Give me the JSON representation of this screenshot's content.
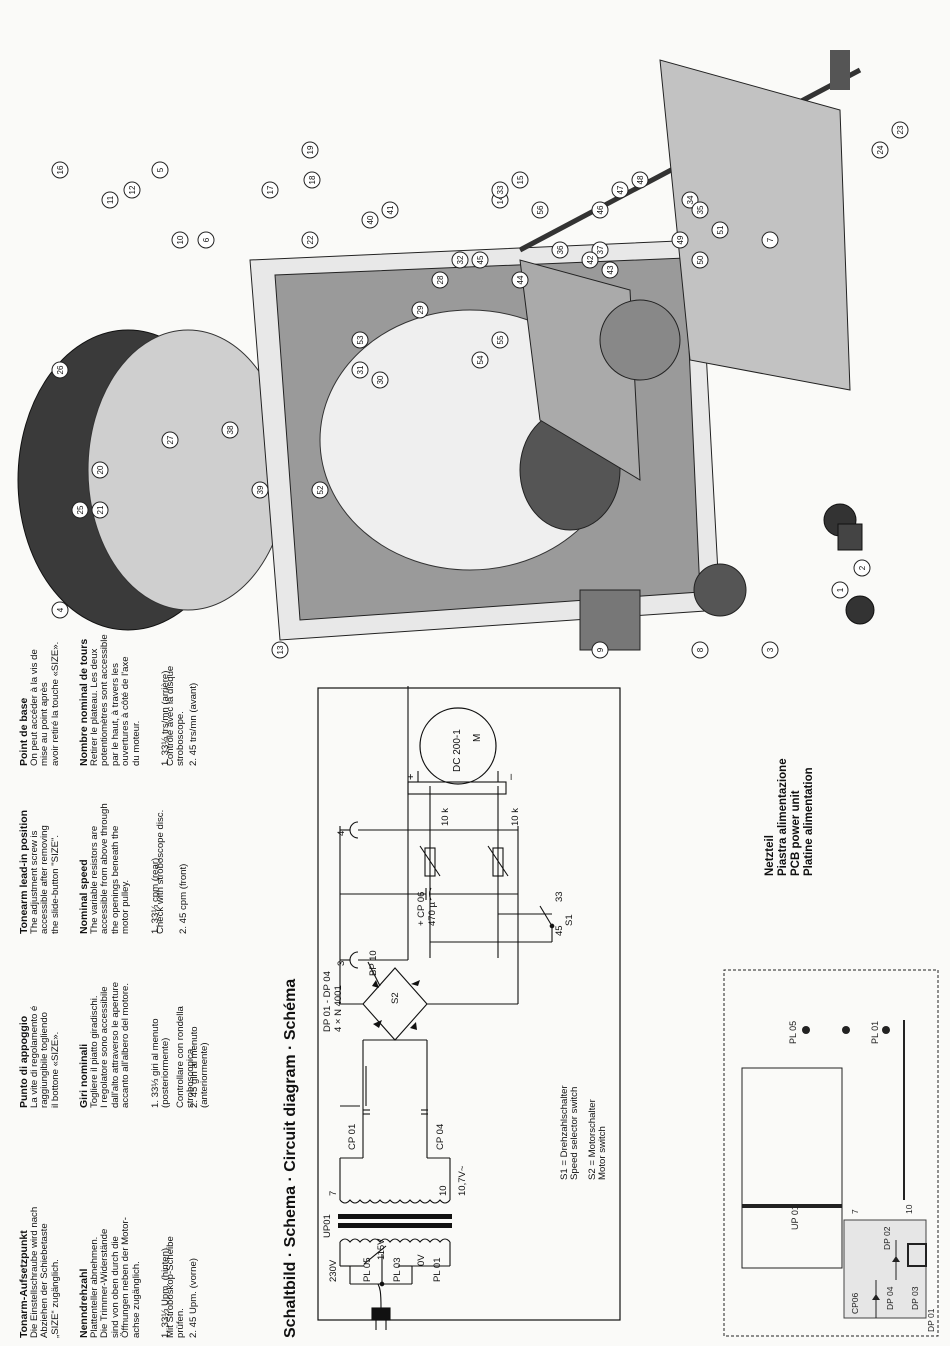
{
  "instructions": [
    {
      "lead_title": "Tonarm-Aufsetzpunkt",
      "lead_body": "Die Einstellschraube wird nach\nAbziehen der Schiebetaste\n„SIZE“ zugänglich.",
      "speed_title": "Nenndrehzahl",
      "speed_body": "Plattenteller abnehmen.\nDie Trimmer-Widerstände\nsind von oben durch die\nÖffnungen neben der Motor-\nachse zugänglich.",
      "speed_items": [
        "1. 33⅓ Upm. (hinten)",
        "2. 45 Upm. (vorne)"
      ],
      "speed_check": "Mit Stroboskop-Scheibe\nprüfen."
    },
    {
      "lead_title": "Punto di appoggio",
      "lead_body": "La vite di regolamento é\nraggiungibile togliendo\nil bottone «SIZE».",
      "speed_title": "Giri nominali",
      "speed_body": "Togliere il piatto giradischi.\nI regolatore sono accessibile\ndall'alto attraverso le aperture\naccanto all'albero del motore.",
      "speed_items": [
        "1. 33⅓ giri al menuto\n   (posteriormente)",
        "2. 45 giri al menuto\n   (anteriormente)"
      ],
      "speed_check": "Controllare con rondella\nstroboscopica."
    },
    {
      "lead_title": "Tonearm lead-in position",
      "lead_body": "The adjustment screw is\naccessible after removing\nthe slide-button \"SIZE\".",
      "speed_title": "Nominal speed",
      "speed_body": "The variable resistors are\naccessible from above through\nthe openings beneath the\nmotor pulley.",
      "speed_items": [
        "1. 33⅓ cpm (rear)",
        "2. 45 cpm (front)"
      ],
      "speed_check": "Check with stroboscope disc."
    },
    {
      "lead_title": "Point de base",
      "lead_body": "On peut accéder à la vis de\nmise au point après\navoir retiré la touche «SIZE».",
      "speed_title": "Nombre nominal de tours",
      "speed_body": "Retirer le plateau. Les deux\npotentiomètres sont accessible\npar le haut, à travers les\nouvertures à côté de l'axe\ndu moteur.",
      "speed_items": [
        "1. 33⅓ trs/mn (arrière)",
        "2. 45 trs/mn (avant)"
      ],
      "speed_check": "Contrôle avec la disque\nstroboscope."
    }
  ],
  "schematic": {
    "title": "Schaltbild · Schema · Circuit diagram · Schéma",
    "transformer": {
      "primary_230": "230V",
      "tap_115": "115V",
      "tap_0": "0V",
      "sec_volt": "10,7V~",
      "pin_7": "7",
      "pin_10": "10",
      "up01": "UP01",
      "pl05": "PL 05",
      "pl03": "PL 03",
      "pl01": "PL 01"
    },
    "caps": {
      "cp01": "CP 01",
      "cp04": "CP 04",
      "cp06": "+ CP 06\n470 µ"
    },
    "diodes": "DP 01 - DP 04\n4 × N 4001",
    "connector": {
      "name": "BP 10",
      "pin3": "3",
      "pin4": "4"
    },
    "motor": {
      "name": "DC 200-1",
      "plus": "+",
      "minus": "–",
      "symbol": "M"
    },
    "resistors": [
      "10 k",
      "10 k"
    ],
    "switches": {
      "s1": "S1",
      "s2": "S2",
      "s1_pos": "45",
      "s1_pos2": "33"
    },
    "legend": [
      "S1 = Drehzahlschalter\n        Speed selector switch",
      "S2 = Motorschalter\n        Motor switch"
    ]
  },
  "pcb": {
    "heading": "Netzteil\nPiastra alimentazione\nPCB power unit\nPlatine alimentation",
    "labels": {
      "up01": "UP 01",
      "pl05": "PL 05",
      "pl01": "PL 01",
      "cp06": "CP06",
      "dp04": "DP 04",
      "dp03": "DP 03",
      "dp02": "DP 02",
      "dp01": "DP 01",
      "seven": "7",
      "ten": "10"
    }
  },
  "exploded": {
    "callouts": [
      "1",
      "2",
      "3",
      "4",
      "5",
      "6",
      "7",
      "8",
      "9",
      "10",
      "11",
      "12",
      "13",
      "14",
      "15",
      "16",
      "17",
      "18",
      "19",
      "20",
      "21",
      "22",
      "23",
      "24",
      "25",
      "26",
      "27",
      "28",
      "29",
      "30",
      "31",
      "32",
      "33",
      "34",
      "35",
      "36",
      "37",
      "38",
      "39",
      "40",
      "41",
      "42",
      "43",
      "44",
      "45",
      "46",
      "47",
      "48",
      "49",
      "50",
      "51",
      "52",
      "53",
      "54",
      "55",
      "56"
    ]
  }
}
